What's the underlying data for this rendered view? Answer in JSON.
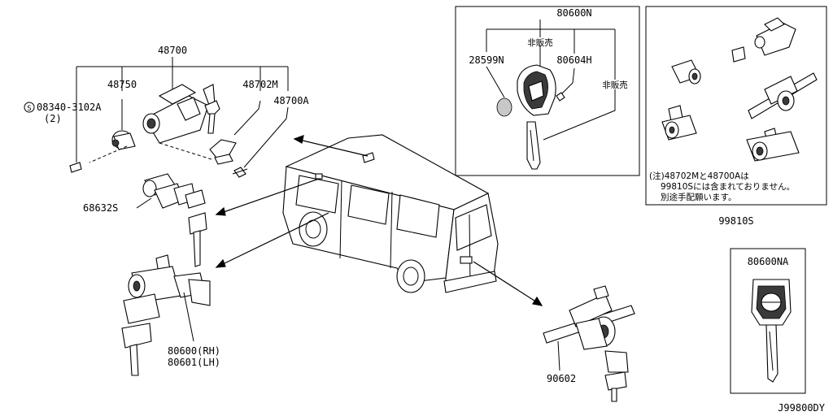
{
  "labels": {
    "p48700": "48700",
    "p48750": "48750",
    "p48702m": "48702M",
    "p48700a": "48700A",
    "bolt_symbol": "S",
    "bolt_part": "08340-3102A",
    "bolt_qty": "(2)",
    "p68632s": "68632S",
    "p80600rh": "80600(RH)",
    "p80601lh": "80601(LH)",
    "p80600n": "80600N",
    "p28599n": "28599N",
    "p80604h": "80604H",
    "not_for_sale_1": "非販売",
    "not_for_sale_2": "非販売",
    "p90602": "90602",
    "p99810s": "99810S",
    "p80600na": "80600NA",
    "diagram_code": "J99800DY"
  },
  "kit_note": {
    "line1": "(注)48702Mと48700Aは",
    "line2": "99810Sには含まれておりません。",
    "line3": "別途手配願います。"
  }
}
